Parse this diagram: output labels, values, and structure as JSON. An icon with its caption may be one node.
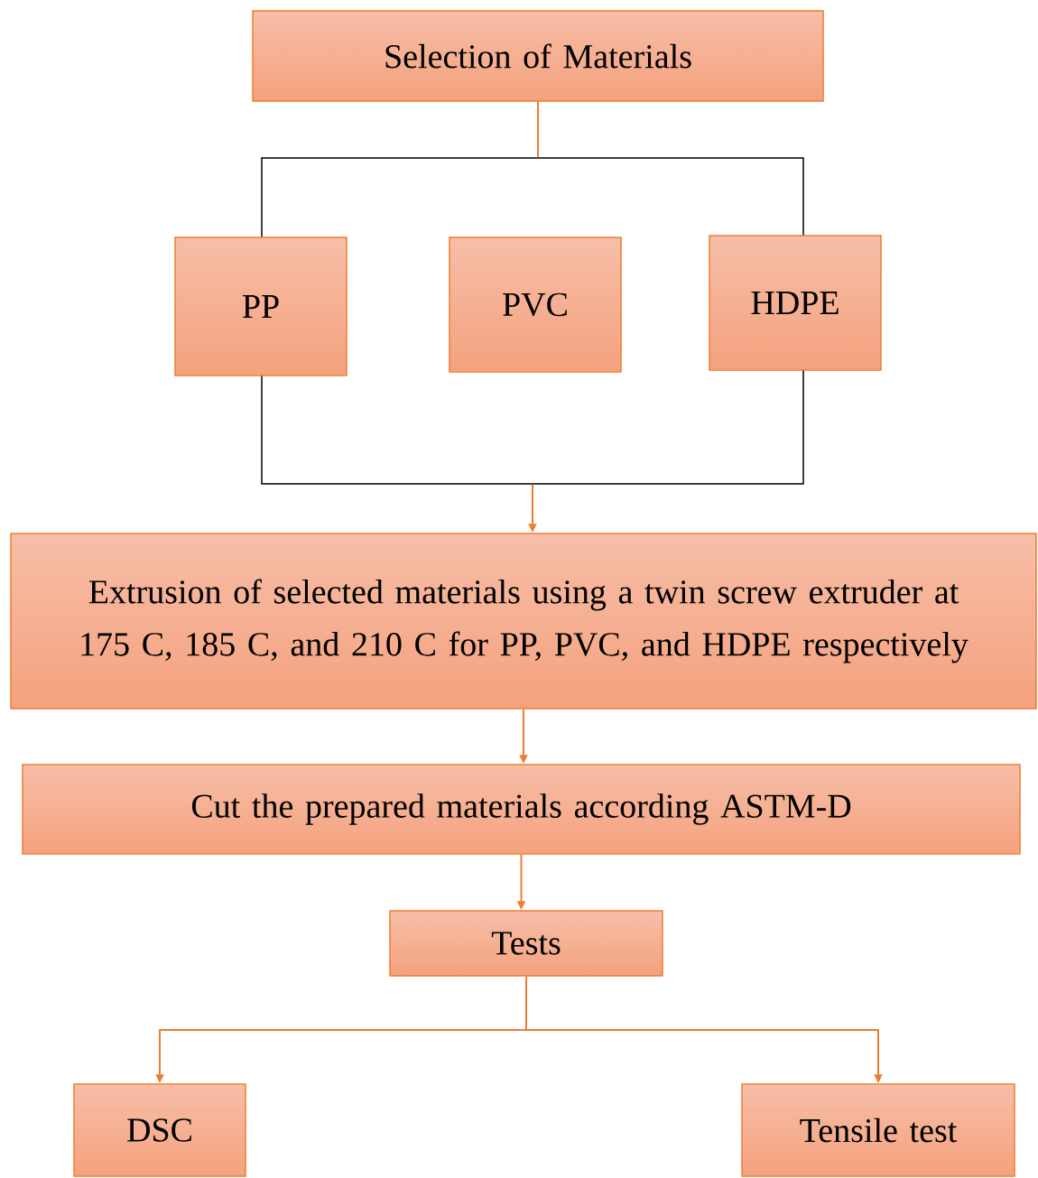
{
  "diagram": {
    "nodes": [
      {
        "text": [
          "Selection of Materials"
        ]
      },
      {
        "text": [],
        "shape": "box"
      },
      {
        "text": [
          "PP"
        ]
      },
      {
        "text": [
          "PVC"
        ],
        "in": 1
      },
      {
        "text": [
          "HDPE"
        ]
      },
      {
        "text": [
          "Extrusion of selected materials using a twin screw extruder at 175 C, 185 C, and 210 C for PP, PVC, and HDPE respectively"
        ]
      },
      {
        "text": [
          "Cut the prepared materials according ASTM-D"
        ]
      },
      {
        "text": [
          "Tests"
        ]
      },
      {
        "text": [
          "DSC"
        ]
      },
      {
        "text": [
          "Tensile test"
        ]
      }
    ],
    "edges": [
      {
        "from": 0,
        "to": 1,
        "arrow": "none"
      },
      {
        "from": 1,
        "to": 5,
        "arrow": "to"
      },
      {
        "from": 5,
        "to": 6,
        "arrow": "to"
      },
      {
        "from": 6,
        "to": 7,
        "arrow": "to"
      },
      {
        "from": 7,
        "to": 8,
        "arrow": "to"
      },
      {
        "from": 7,
        "to": 9,
        "arrow": "to"
      }
    ]
  }
}
